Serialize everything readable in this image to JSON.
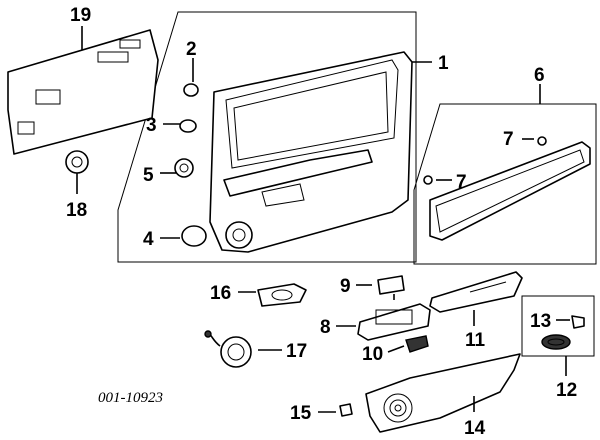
{
  "diagram_code": "001-10923",
  "callouts": {
    "p1": "1",
    "p2": "2",
    "p3": "3",
    "p4": "4",
    "p5": "5",
    "p6": "6",
    "p7a": "7",
    "p7b": "7",
    "p8": "8",
    "p9": "9",
    "p10": "10",
    "p11": "11",
    "p12": "12",
    "p13": "13",
    "p14": "14",
    "p15": "15",
    "p16": "16",
    "p17": "17",
    "p18": "18",
    "p19": "19"
  }
}
